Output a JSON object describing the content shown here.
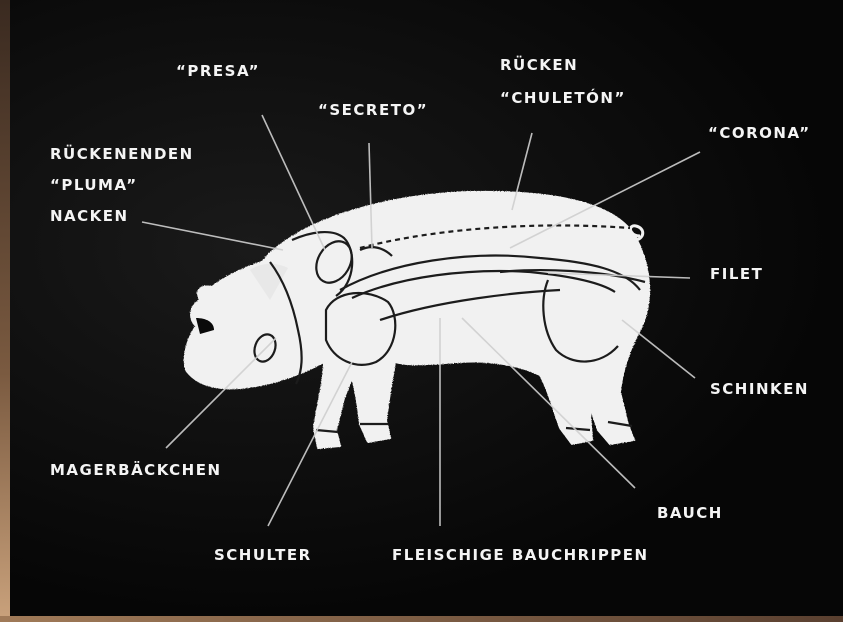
{
  "theme": {
    "background": "#0a0a0a",
    "body_fill": "#f2f2f2",
    "line_color": "#d8d8d8",
    "cut_line_color": "#1a1a1a"
  },
  "labels": {
    "presa": "“PRESA”",
    "secreto": "“SECRETO”",
    "ruecken": "RÜCKEN",
    "chuleton": "“CHULETÓN”",
    "corona": "“CORONA”",
    "rueckenenden": "RÜCKENENDEN",
    "pluma": "“PLUMA”",
    "nacken": "NACKEN",
    "filet": "FILET",
    "schinken": "SCHINKEN",
    "magerbaeckchen": "MAGERBÄCKCHEN",
    "bauch": "BAUCH",
    "schulter": "SCHULTER",
    "fleischige_bauchrippen": "FLEISCHIGE BAUCHRIPPEN"
  }
}
